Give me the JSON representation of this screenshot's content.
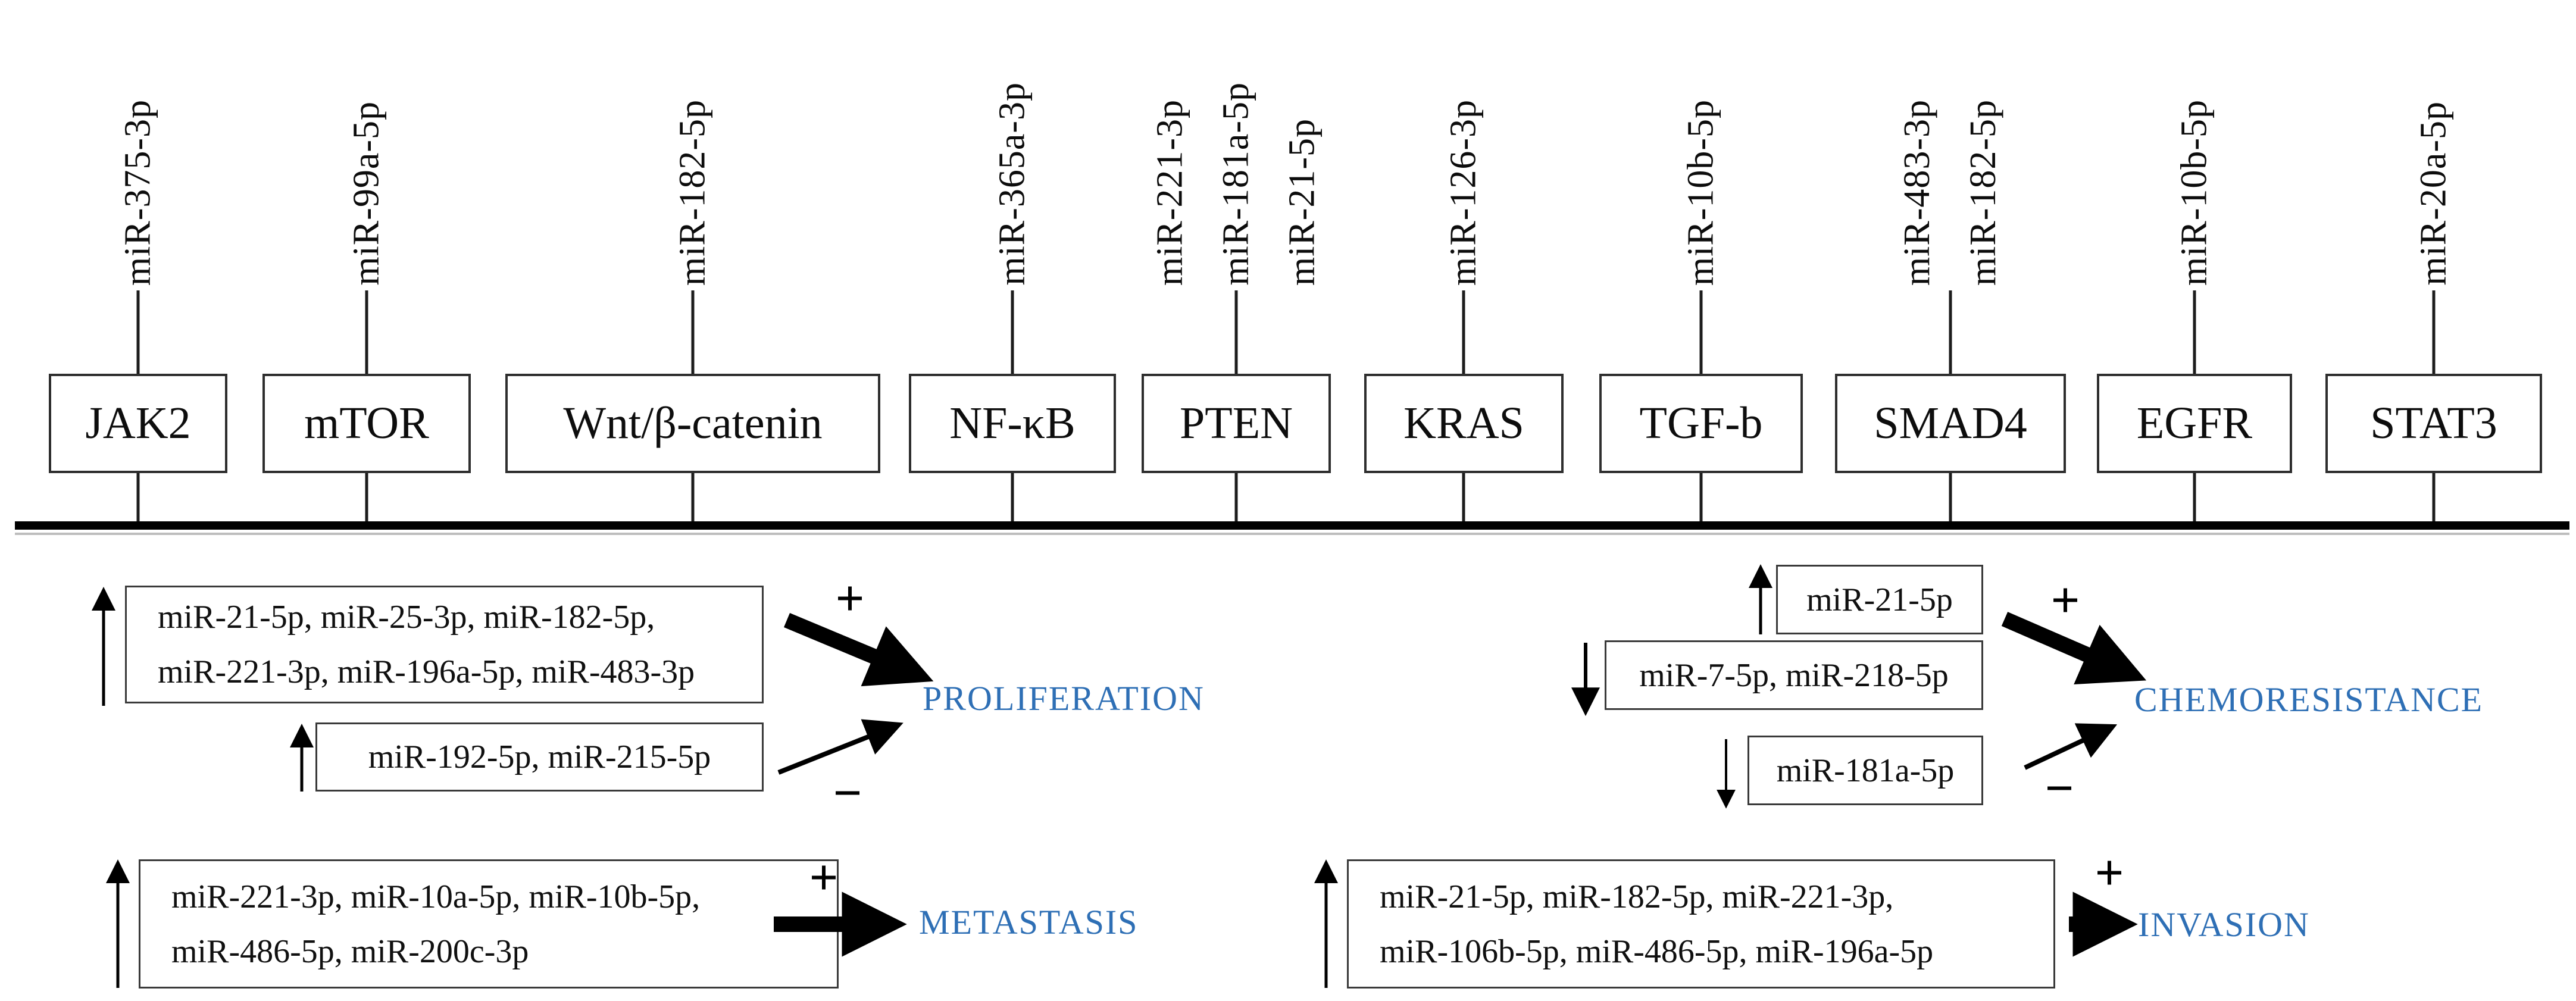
{
  "colors": {
    "outcome_text": "#2e6fb5",
    "ink": "#000000"
  },
  "pathway": {
    "targets": [
      {
        "gene": "JAK2",
        "mirnas": [
          "miR-375-3p"
        ]
      },
      {
        "gene": "mTOR",
        "mirnas": [
          "miR-99a-5p"
        ]
      },
      {
        "gene": "Wnt/β-catenin",
        "mirnas": [
          "miR-182-5p"
        ]
      },
      {
        "gene": "NF-κB",
        "mirnas": [
          "miR-365a-3p"
        ]
      },
      {
        "gene": "PTEN",
        "mirnas": [
          "miR-221-3p",
          "miR-181a-5p",
          "miR-21-5p"
        ]
      },
      {
        "gene": "KRAS",
        "mirnas": [
          "miR-126-3p"
        ]
      },
      {
        "gene": "TGF-b",
        "mirnas": [
          "miR-10b-5p"
        ]
      },
      {
        "gene": "SMAD4",
        "mirnas": [
          "miR-483-3p",
          "miR-182-5p"
        ]
      },
      {
        "gene": "EGFR",
        "mirnas": [
          "miR-10b-5p"
        ]
      },
      {
        "gene": "STAT3",
        "mirnas": [
          "miR-20a-5p"
        ]
      }
    ]
  },
  "effects": {
    "proliferation": {
      "label": "PROLIFERATION",
      "up_box_line1": "miR-21-5p, miR-25-3p, miR-182-5p,",
      "up_box_line2": "miR-221-3p, miR-196a-5p, miR-483-3p",
      "down_effect_box": "miR-192-5p, miR-215-5p",
      "plus": "+",
      "minus": "−"
    },
    "metastasis": {
      "label": "METASTASIS",
      "box_line1": "miR-221-3p, miR-10a-5p, miR-10b-5p,",
      "box_line2": "miR-486-5p, miR-200c-3p",
      "plus": "+"
    },
    "chemoresistance": {
      "label": "CHEMORESISTANCE",
      "up_box": "miR-21-5p",
      "down_box": "miR-7-5p, miR-218-5p",
      "down_box2": "miR-181a-5p",
      "plus": "+",
      "minus": "−"
    },
    "invasion": {
      "label": "INVASION",
      "box_line1": "miR-21-5p, miR-182-5p, miR-221-3p,",
      "box_line2": "miR-106b-5p, miR-486-5p, miR-196a-5p",
      "plus": "+"
    }
  }
}
